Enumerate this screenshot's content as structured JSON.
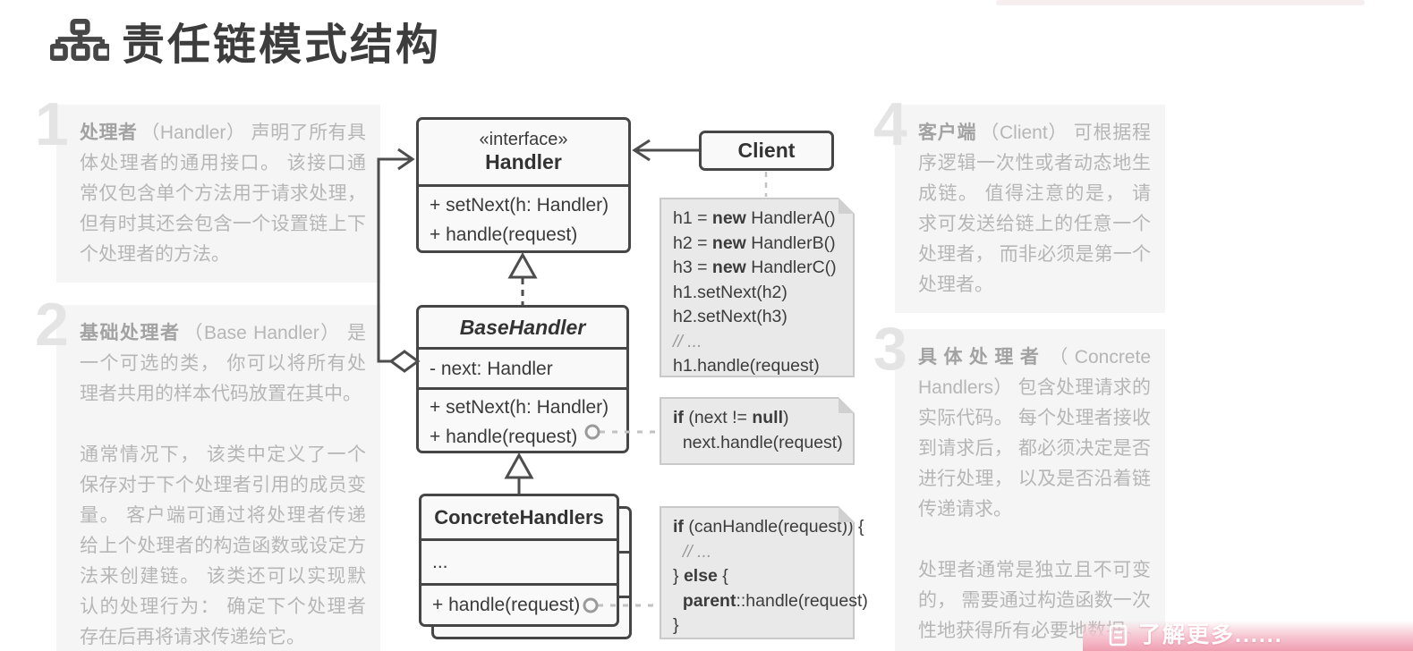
{
  "page": {
    "title": "责任链模式结构"
  },
  "annotations": [
    {
      "num": "1",
      "term": "处理者",
      "p1": "（Handler） 声明了所有具体处理者的通用接口。 该接口通常仅包含单个方法用于请求处理， 但有时其还会包含一个设置链上下个处理者的方法。",
      "p2": ""
    },
    {
      "num": "2",
      "term": "基础处理者",
      "p1": "（Base Handler） 是一个可选的类， 你可以将所有处理者共用的样本代码放置在其中。",
      "p2": "通常情况下， 该类中定义了一个保存对于下个处理者引用的成员变量。 客户端可通过将处理者传递给上个处理者的构造函数或设定方法来创建链。 该类还可以实现默认的处理行为： 确定下个处理者存在后再将请求传递给它。"
    },
    {
      "num": "3",
      "term": "具体处理者",
      "p1": "（Concrete Handlers） 包含处理请求的实际代码。 每个处理者接收到请求后， 都必须决定是否进行处理， 以及是否沿着链传递请求。",
      "p2": "处理者通常是独立且不可变的， 需要通过构造函数一次性地获得所有必要地数据。"
    },
    {
      "num": "4",
      "term": "客户端",
      "p1": "（Client） 可根据程序逻辑一次性或者动态地生成链。 值得注意的是， 请求可发送给链上的任意一个处理者， 而非必须是第一个处理者。",
      "p2": ""
    }
  ],
  "diagram": {
    "interface_box": {
      "stereotype": "«interface»",
      "name": "Handler",
      "methods": [
        "+ setNext(h: Handler)",
        "+ handle(request)"
      ]
    },
    "client_box": {
      "name": "Client"
    },
    "base_box": {
      "name": "BaseHandler",
      "fields": [
        "- next: Handler"
      ],
      "methods": [
        "+ setNext(h: Handler)",
        "+ handle(request)"
      ]
    },
    "concrete_box": {
      "name": "ConcreteHandlers",
      "fields": [
        "..."
      ],
      "methods": [
        "+ handle(request)"
      ]
    },
    "notes": [
      {
        "name": "client-code-note",
        "lines": [
          [
            {
              "t": "h1 = "
            },
            {
              "t": "new",
              "s": "b"
            },
            {
              "t": " HandlerA()"
            }
          ],
          [
            {
              "t": "h2 = "
            },
            {
              "t": "new",
              "s": "b"
            },
            {
              "t": " HandlerB()"
            }
          ],
          [
            {
              "t": "h3 = "
            },
            {
              "t": "new",
              "s": "b"
            },
            {
              "t": " HandlerC()"
            }
          ],
          [
            {
              "t": "h1.setNext(h2)"
            }
          ],
          [
            {
              "t": "h2.setNext(h3)"
            }
          ],
          [
            {
              "t": "// ...",
              "s": "c"
            }
          ],
          [
            {
              "t": "h1.handle(request)"
            }
          ]
        ]
      },
      {
        "name": "next-handle-note",
        "lines": [
          [
            {
              "t": "if",
              "s": "b"
            },
            {
              "t": " (next != "
            },
            {
              "t": "null",
              "s": "b"
            },
            {
              "t": ")"
            }
          ],
          [
            {
              "t": "  next.handle(request)"
            }
          ]
        ]
      },
      {
        "name": "can-handle-note",
        "lines": [
          [
            {
              "t": "if",
              "s": "b"
            },
            {
              "t": " (canHandle(request)) {"
            }
          ],
          [
            {
              "t": "  "
            },
            {
              "t": "// ...",
              "s": "c"
            }
          ],
          [
            {
              "t": "} "
            },
            {
              "t": "else",
              "s": "b"
            },
            {
              "t": " {"
            }
          ],
          [
            {
              "t": "  "
            },
            {
              "t": "parent",
              "s": "b"
            },
            {
              "t": "::handle(request)"
            }
          ],
          [
            {
              "t": "}"
            }
          ]
        ]
      }
    ]
  },
  "banner": {
    "label": "了解更多......"
  },
  "colors": {
    "box_border": "#464646",
    "note_bg": "#e9e9e9",
    "annotation_bg": "#f5f5f5",
    "gray_text": "#b6b6b6",
    "accent_pink": "#ef9fb2",
    "banner_text": "#ffffff"
  }
}
